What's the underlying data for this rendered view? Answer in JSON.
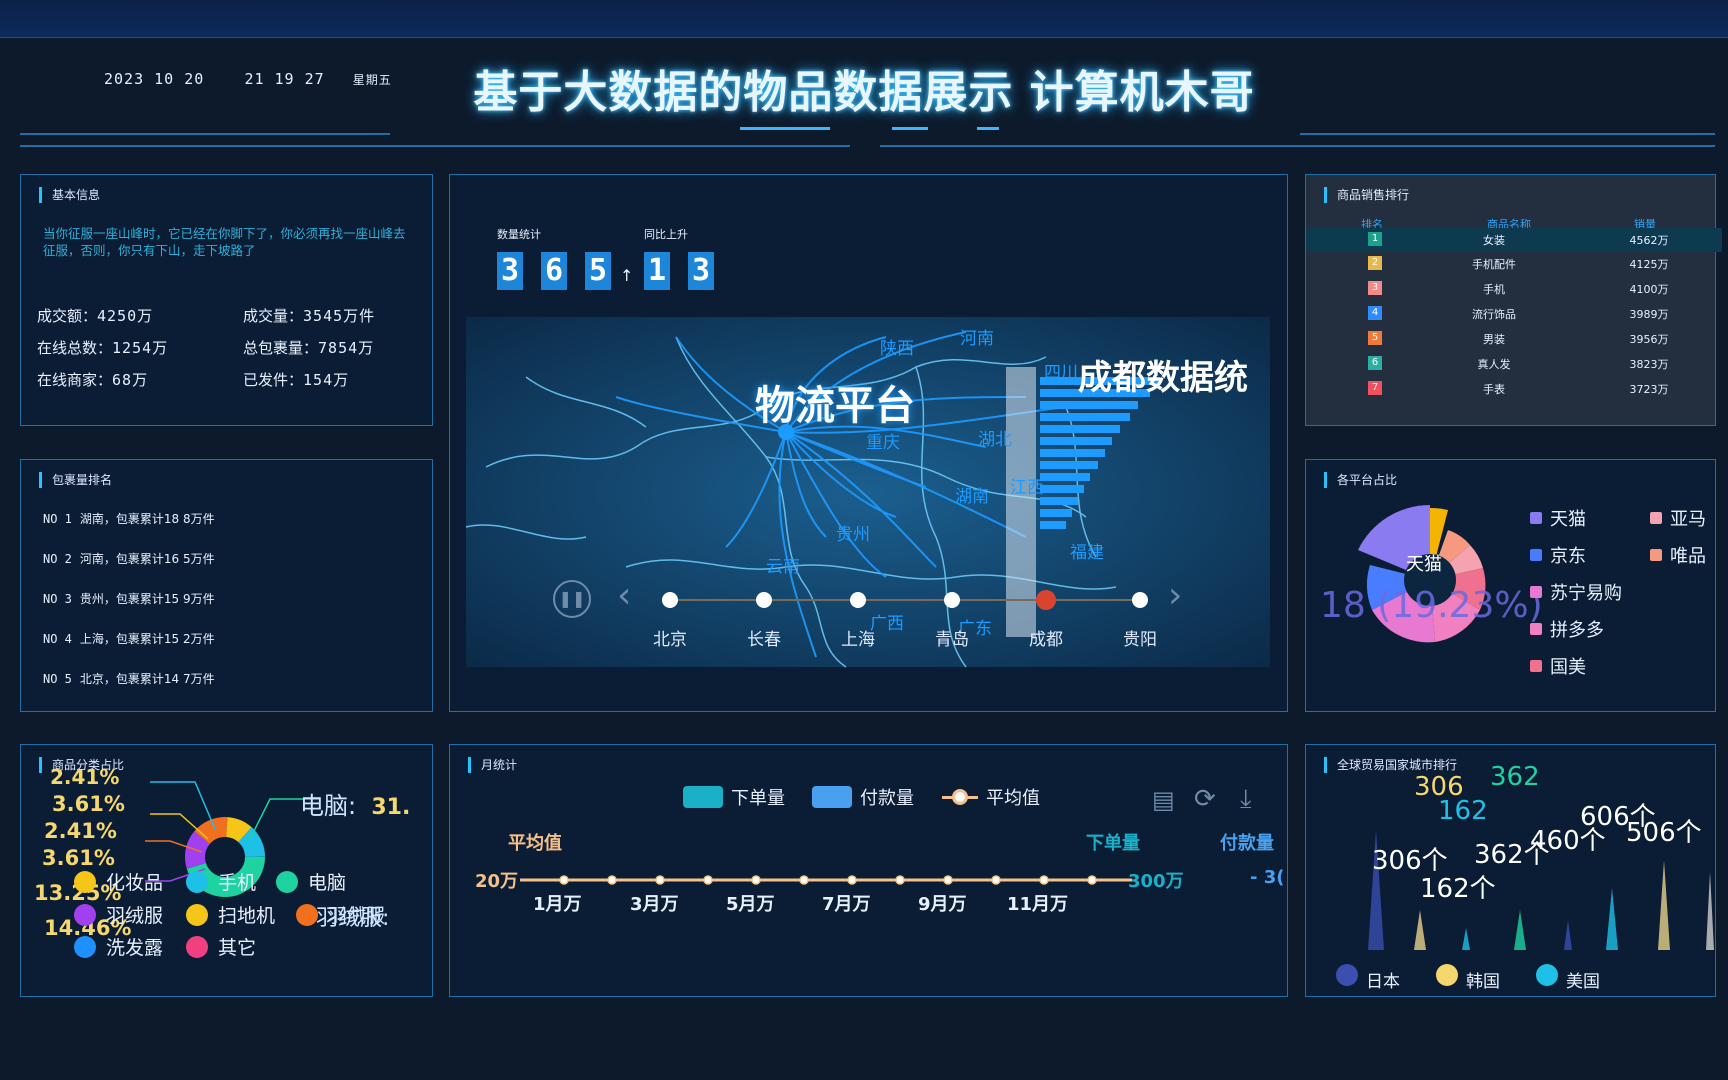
{
  "header": {
    "date": "2023 10 20",
    "time": "21 19 27",
    "weekday": "星期五",
    "title": "基于大数据的物品数据展示 计算机木哥"
  },
  "basic_info": {
    "title": "基本信息",
    "intro": "当你征服一座山峰时，它已经在你脚下了，你必须再找一座山峰去征服，否则，你只有下山，走下坡路了",
    "stats": [
      {
        "label": "成交额：",
        "value": "4250万"
      },
      {
        "label": "成交量：",
        "value": "3545万件"
      },
      {
        "label": "在线总数：",
        "value": "1254万"
      },
      {
        "label": "总包裹量：",
        "value": "7854万"
      },
      {
        "label": "在线商家：",
        "value": "68万"
      },
      {
        "label": "已发件：",
        "value": "154万"
      }
    ]
  },
  "parcel_rank": {
    "title": "包裹量排名",
    "items": [
      {
        "no": "NO 1",
        "text": "湖南，包裹累计18 8万件"
      },
      {
        "no": "NO 2",
        "text": "河南，包裹累计16 5万件"
      },
      {
        "no": "NO 3",
        "text": "贵州，包裹累计15 9万件"
      },
      {
        "no": "NO 4",
        "text": "上海，包裹累计15 2万件"
      },
      {
        "no": "NO 5",
        "text": "北京，包裹累计14 7万件"
      }
    ]
  },
  "map": {
    "count_label": "数量统计",
    "yoy_label": "同比上升",
    "count_digits": [
      "3",
      "6",
      "5"
    ],
    "arrow": "↑",
    "yoy_digits": [
      "1",
      "3"
    ],
    "big_label": "物流平台",
    "right_title": "成都数据统",
    "provinces": [
      "陕西",
      "河南",
      "湖北",
      "重庆",
      "湖南",
      "江西",
      "贵州",
      "云南",
      "广西",
      "广东",
      "福建",
      "四川"
    ],
    "timeline_cities": [
      "北京",
      "长春",
      "上海",
      "青岛",
      "成都",
      "贵阳"
    ],
    "timeline_current": 4
  },
  "sales_rank": {
    "title": "商品销售排行",
    "headers": [
      "排名",
      "商品名称",
      "销量"
    ],
    "rows": [
      {
        "rank": "1",
        "name": "女装",
        "sales": "4562万",
        "color": "#1aa38a"
      },
      {
        "rank": "2",
        "name": "手机配件",
        "sales": "4125万",
        "color": "#e6b94a"
      },
      {
        "rank": "3",
        "name": "手机",
        "sales": "4100万",
        "color": "#f28a8a"
      },
      {
        "rank": "4",
        "name": "流行饰品",
        "sales": "3989万",
        "color": "#2f8cff"
      },
      {
        "rank": "5",
        "name": "男装",
        "sales": "3956万",
        "color": "#f07a3a"
      },
      {
        "rank": "6",
        "name": "真人发",
        "sales": "3823万",
        "color": "#2ab0a0"
      },
      {
        "rank": "7",
        "name": "手表",
        "sales": "3723万",
        "color": "#f05060"
      }
    ]
  },
  "platform_share": {
    "title": "各平台占比",
    "center_label": "天猫",
    "big_label": "18 (19.23%)",
    "legend": [
      {
        "name": "天猫",
        "color": "#8a7cf0"
      },
      {
        "name": "亚马",
        "color": "#f5a3b0"
      },
      {
        "name": "京东",
        "color": "#4a7cff"
      },
      {
        "name": "唯品",
        "color": "#f59a80"
      },
      {
        "name": "苏宁易购",
        "color": "#e879d0"
      },
      {
        "name": "拼多多",
        "color": "#f080c0"
      },
      {
        "name": "国美",
        "color": "#f07090"
      }
    ]
  },
  "category_share": {
    "title": "商品分类占比",
    "big_label": "电脑:",
    "big_value": "31.",
    "pcts": [
      "3.61%",
      "2.41%",
      "3.61%",
      "13.25%",
      "14.46%"
    ],
    "top_partial": "2.41%",
    "overlay_text": "羽绒服:",
    "legend": [
      {
        "name": "化妆品",
        "color": "#f5c518"
      },
      {
        "name": "手机",
        "color": "#1ec0e8"
      },
      {
        "name": "电脑",
        "color": "#1ed3a0"
      },
      {
        "name": "羽绒服",
        "color": "#a040f0"
      },
      {
        "name": "扫地机",
        "color": "#f5c518"
      },
      {
        "name": "羽绒服",
        "color": "#f07020"
      },
      {
        "name": "洗发露",
        "color": "#1e90ff"
      },
      {
        "name": "其它",
        "color": "#f04080"
      }
    ]
  },
  "monthly": {
    "title": "月统计",
    "legend": [
      {
        "name": "下单量",
        "color": "#1ab0c8"
      },
      {
        "name": "付款量",
        "color": "#4aa0f0"
      },
      {
        "name": "平均值",
        "color": "#f5c08a"
      }
    ],
    "left_caption": "平均值",
    "right_caption1": "下单量",
    "right_caption2": "付款量",
    "left_tick": "20万",
    "right_tick": "300万",
    "right_tick2": "- 3(",
    "months": [
      "1月万",
      "3月万",
      "5月万",
      "7月万",
      "9月万",
      "11月万"
    ]
  },
  "global_trade": {
    "title": "全球贸易国家城市排行",
    "labels": [
      {
        "text": "306",
        "color": "#f5d76e"
      },
      {
        "text": "362",
        "color": "#1ed3a0"
      },
      {
        "text": "162",
        "color": "#1ec0e8"
      },
      {
        "text": "306个",
        "color": "#ffffff"
      },
      {
        "text": "162个",
        "color": "#ffffff"
      },
      {
        "text": "362个",
        "color": "#ffffff"
      },
      {
        "text": "460个",
        "color": "#ffffff"
      },
      {
        "text": "606个",
        "color": "#ffffff"
      },
      {
        "text": "506个",
        "color": "#ffffff"
      }
    ],
    "legend": [
      "日本",
      "韩国",
      "美国"
    ]
  }
}
